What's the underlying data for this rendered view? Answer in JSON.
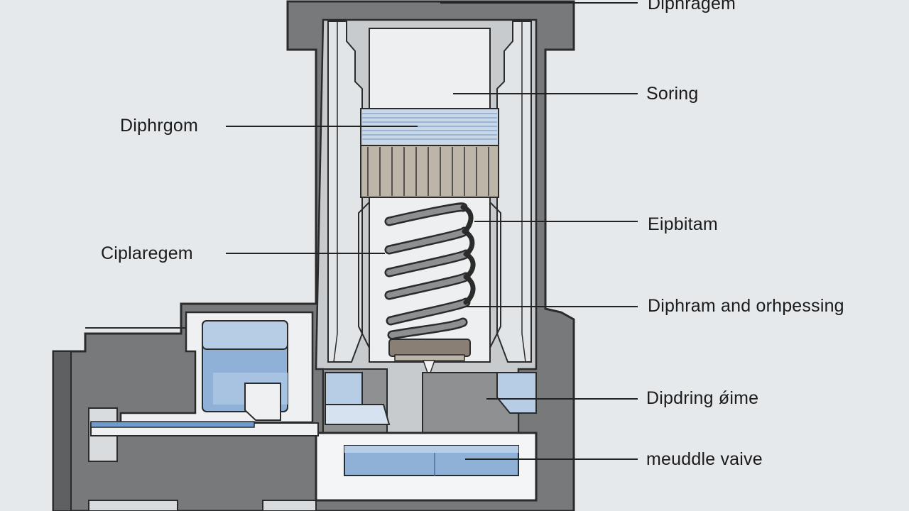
{
  "labels": {
    "right_1": "Diphragem",
    "right_2": "Soring",
    "right_3": "Eipbitam",
    "right_4": "Diphram and orhpessing",
    "right_5": "Dipdring ﻿ǿime",
    "right_6": "meuddle vaive",
    "left_1": "Diphrgom",
    "left_2": "Ciplaregem"
  },
  "colors": {
    "background": "#e6e9ec",
    "body_dark": "#77797b",
    "body_mid": "#a9acae",
    "inner_light": "#e2e5e8",
    "water": "#8fb1d8",
    "water_light": "#b7cde5",
    "disk": "#b9b3a5",
    "outline": "#2b2b2b",
    "leader": "#222222"
  }
}
